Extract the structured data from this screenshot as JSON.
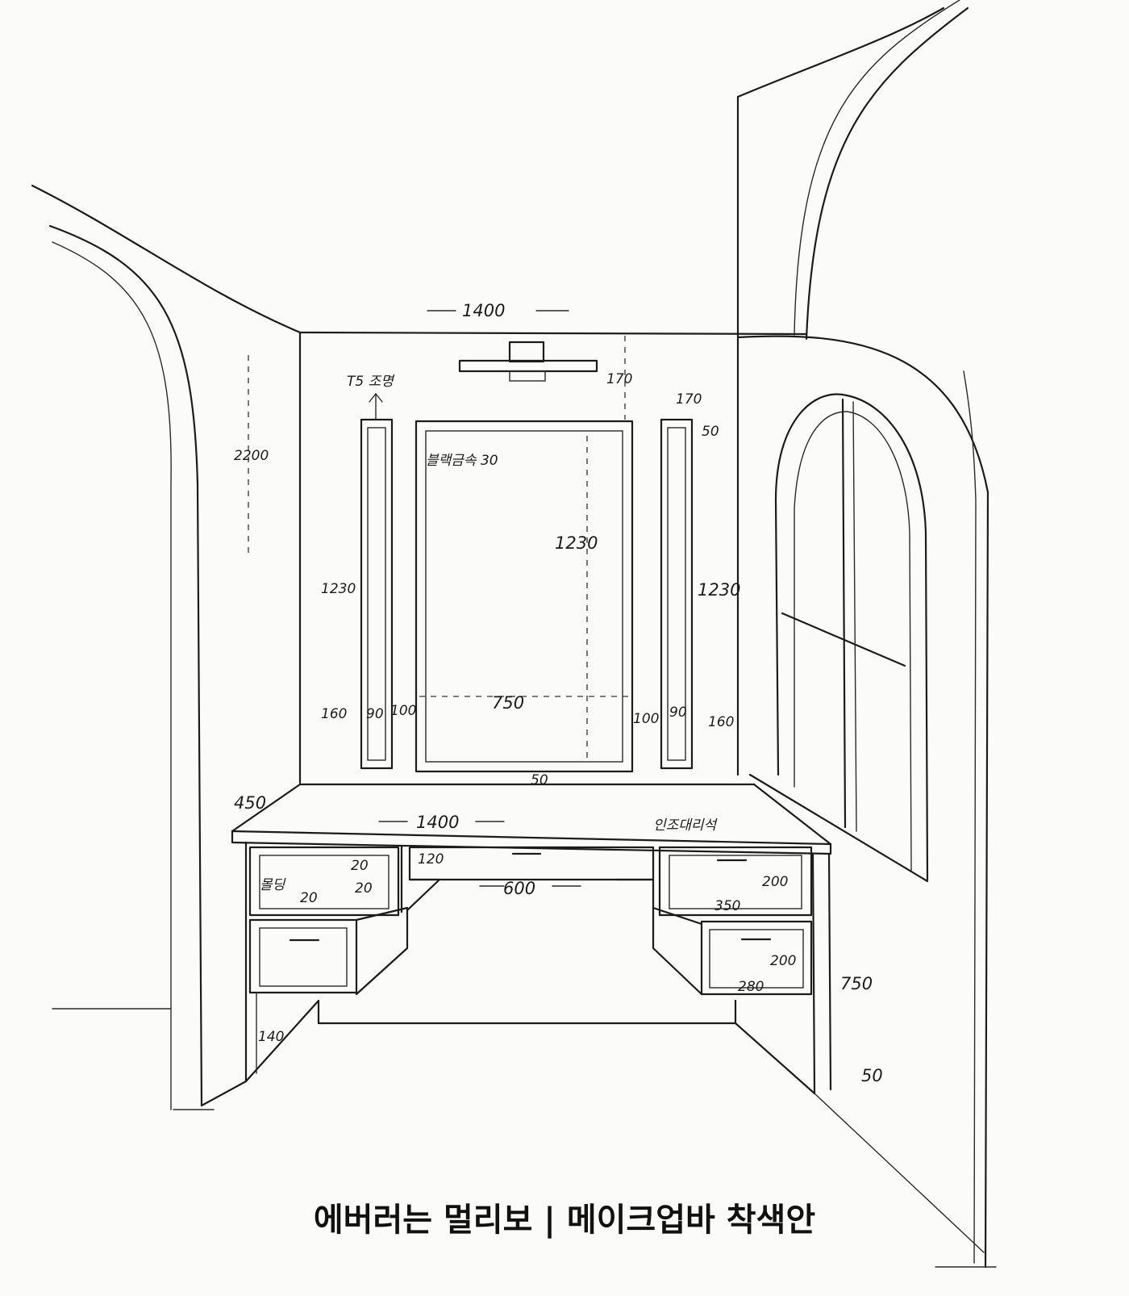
{
  "title": "에버러는 멀리보 | 메이크업바 착색안",
  "labels": {
    "wall_width": "1400",
    "t5": "T5 조명",
    "light_h": "170",
    "side_top": "170",
    "side_w": "50",
    "frame_note": "블랙금속 30",
    "wall_height": "2200",
    "mirror_h": "1230",
    "side_h_left": "1230",
    "side_h_right": "1230",
    "bottom_left": "160",
    "gap_left_a": "90",
    "gap_left_b": "100",
    "mirror_w": "750",
    "gap_right_a": "100",
    "gap_right_b": "90",
    "bottom_right": "160",
    "counter_gap": "50",
    "top_depth": "450",
    "counter_w": "1400",
    "material": "인조대리석",
    "molding": "몰딩",
    "mold_a": "20",
    "mold_b": "20",
    "mold_c": "20",
    "mold_d": "120",
    "knee_w": "600",
    "drawer_h1": "200",
    "drawer_w1": "350",
    "drawer_h2": "200",
    "drawer_w2": "280",
    "desk_h": "750",
    "desk_base": "50",
    "toe": "140"
  }
}
